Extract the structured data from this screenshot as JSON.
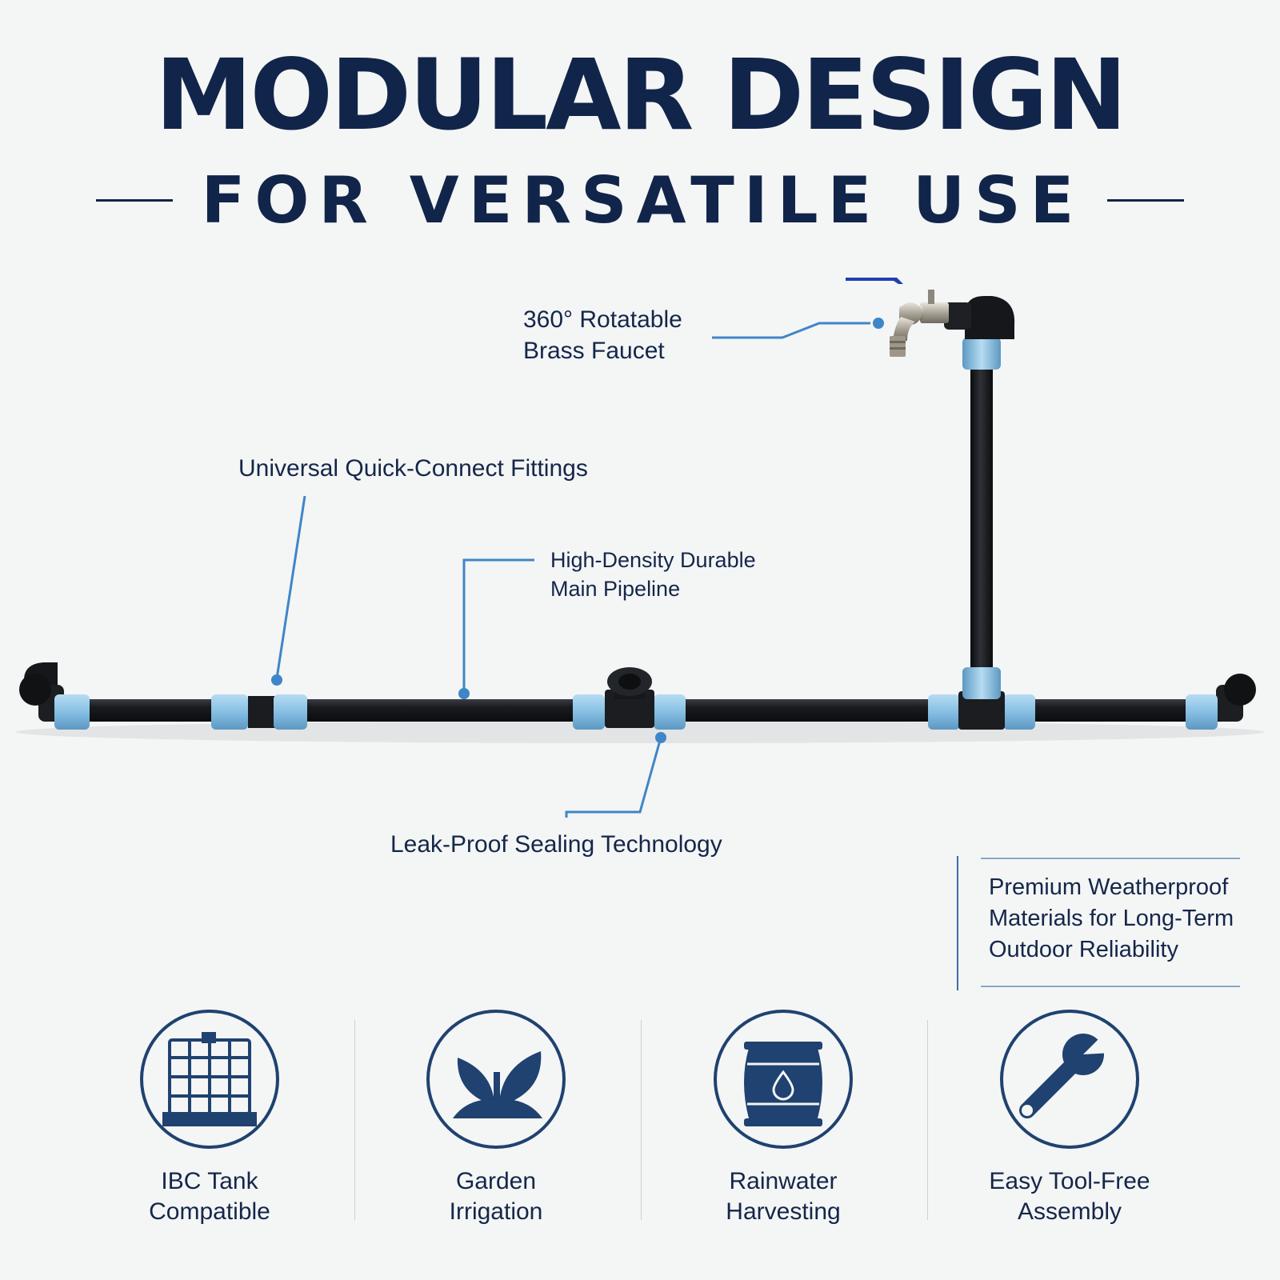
{
  "header": {
    "title": "MODULAR DESIGN",
    "subtitle": "FOR VERSATILE USE"
  },
  "callouts": {
    "faucet": [
      "360° Rotatable",
      "Brass Faucet"
    ],
    "fittings": "Universal Quick-Connect Fittings",
    "pipeline": [
      "High-Density Durable",
      "Main Pipeline"
    ],
    "sealing": "Leak-Proof Sealing Technology",
    "materials": [
      "Premium Weatherproof",
      "Materials for Long-Term",
      "Outdoor Reliability"
    ]
  },
  "features": [
    {
      "icon": "ibc-tank-icon",
      "line1": "IBC Tank",
      "line2": "Compatible"
    },
    {
      "icon": "sprout-icon",
      "line1": "Garden",
      "line2": "Irrigation"
    },
    {
      "icon": "rain-barrel-icon",
      "line1": "Rainwater",
      "line2": "Harvesting"
    },
    {
      "icon": "wrench-icon",
      "line1": "Easy Tool-Free",
      "line2": "Assembly"
    }
  ],
  "colors": {
    "navy": "#11254a",
    "accent_blue": "#3f86c8",
    "pipe": "#1c1e22",
    "fitting_blue": "#8ec5e6"
  }
}
